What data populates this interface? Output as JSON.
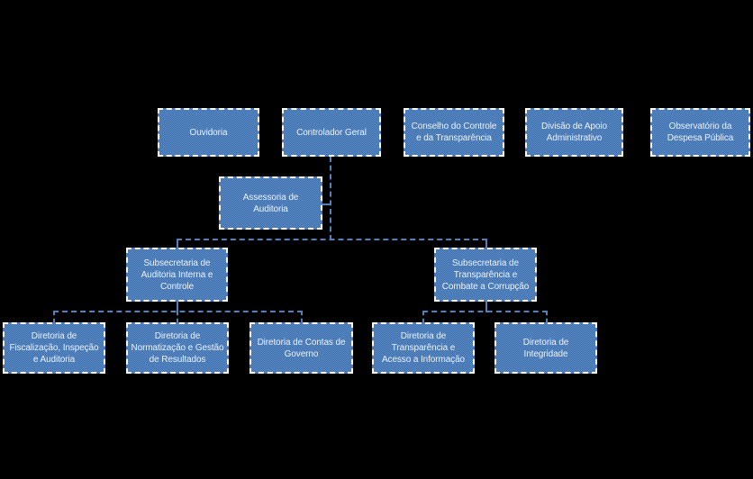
{
  "diagram": {
    "type": "org-chart",
    "background_color": "#000000",
    "colors": {
      "box_fill_light": "#5d8dc9",
      "box_fill_dark": "#3e6ea9",
      "box_border": "#ffffff",
      "connector": "#4f81bd",
      "text": "#e9f1fa"
    }
  },
  "nodes": {
    "ouvidoria": {
      "label": "Ouvidoria",
      "lines": [
        "Ouvidoria"
      ]
    },
    "controlador_geral": {
      "label": "Controlador Geral",
      "lines": [
        "Controlador Geral"
      ]
    },
    "conselho_controle": {
      "label": "Conselho do Controle e da Transparência",
      "lines": [
        "Conselho do Controle",
        "e da Transparência"
      ]
    },
    "divisao_apoio": {
      "label": "Divisão de Apoio Administrativo",
      "lines": [
        "Divisão de Apoio",
        "Administrativo"
      ]
    },
    "observatorio_despesa": {
      "label": "Observatório da Despesa Pública",
      "lines": [
        "Observatório da",
        "Despesa Pública"
      ]
    },
    "assessoria_auditoria": {
      "label": "Assessoria de Auditoria",
      "lines": [
        "Assessoria de",
        "Auditoria"
      ]
    },
    "subsecretaria_auditoria": {
      "label": "Subsecretaria de Auditoria Interna e Controle",
      "lines": [
        "Subsecretaria de",
        "Auditoria Interna e",
        "Controle"
      ]
    },
    "subsecretaria_transparencia": {
      "label": "Subsecretaria de Transparência e Combate a Corrupção",
      "lines": [
        "Subsecretaria de",
        "Transparência e",
        "Combate a Corrupção"
      ]
    },
    "diretoria_fiscalizacao": {
      "label": "Diretoria de Fiscalização, Inspeção e Auditoria",
      "lines": [
        "Diretoria de",
        "Fiscalização, Inspeção",
        "e Auditoria"
      ]
    },
    "diretoria_normatizacao": {
      "label": "Diretoria de Normatização e Gestão de Resultados",
      "lines": [
        "Diretoria de",
        "Normatização e Gestão",
        "de Resultados"
      ]
    },
    "diretoria_contas": {
      "label": "Diretoria de Contas de Governo",
      "lines": [
        "Diretoria de Contas de",
        "Governo"
      ]
    },
    "diretoria_transparencia": {
      "label": "Diretoria de Transparência e Acesso a Informação",
      "lines": [
        "Diretoria de",
        "Transparência e",
        "Acesso a Informação"
      ]
    },
    "diretoria_integridade": {
      "label": "Diretoria de Integridade",
      "lines": [
        "Diretoria de",
        "Integridade"
      ]
    }
  }
}
